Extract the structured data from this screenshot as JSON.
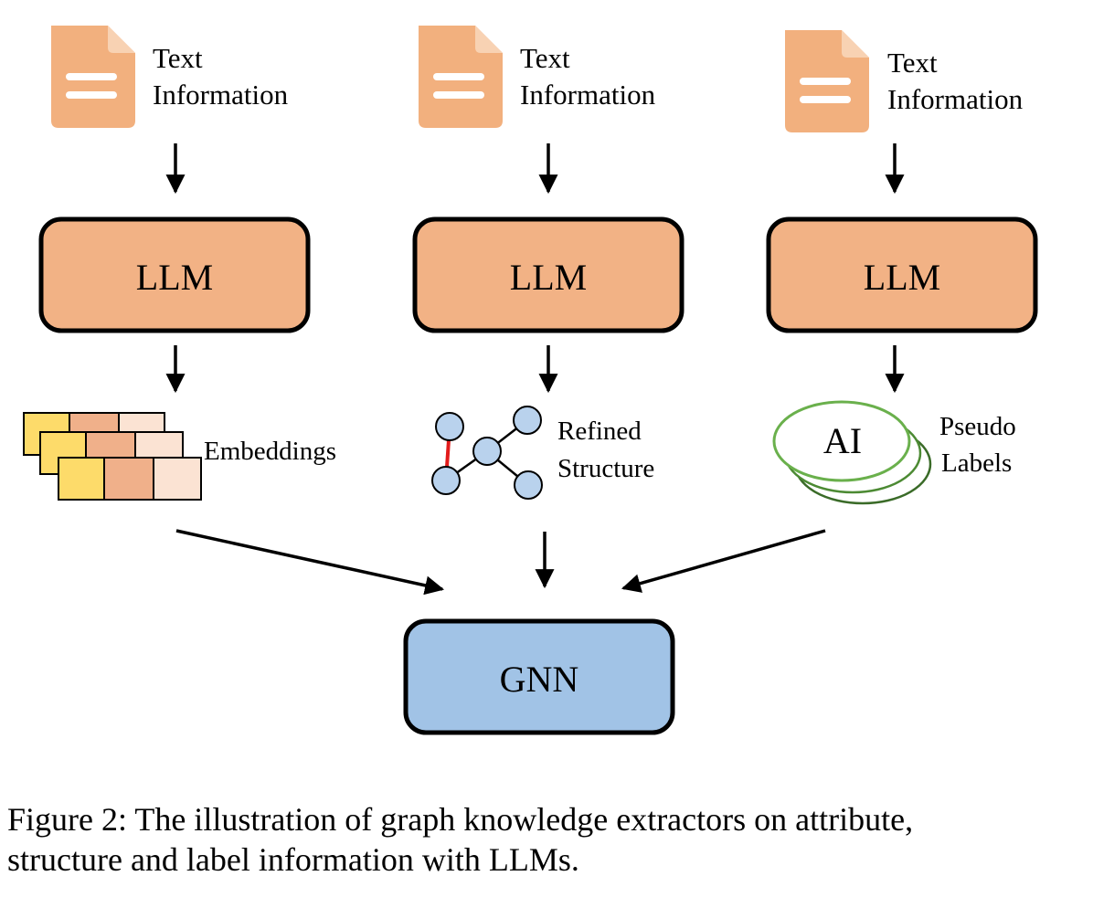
{
  "columns": [
    {
      "id": "attribute",
      "text_info_line1": "Text",
      "text_info_line2": "Information",
      "llm_label": "LLM",
      "output_line1": "Embeddings",
      "output_line2": ""
    },
    {
      "id": "structure",
      "text_info_line1": "Text",
      "text_info_line2": "Information",
      "llm_label": "LLM",
      "output_line1": "Refined",
      "output_line2": "Structure"
    },
    {
      "id": "label",
      "text_info_line1": "Text",
      "text_info_line2": "Information",
      "llm_label": "LLM",
      "output_line1": "Pseudo",
      "output_line2": "Labels",
      "pseudo_label_text": "AI"
    }
  ],
  "gnn": {
    "label": "GNN"
  },
  "caption": {
    "line1": "Figure 2: The illustration of graph knowledge extractors on attribute,",
    "line2": "structure and label information with LLMs."
  },
  "colors": {
    "document_icon": "#f2b07e",
    "llm_box": "#f2b285",
    "gnn_box": "#a1c3e6",
    "graph_node": "#b9d2ed",
    "refined_edge": "#e21b1b",
    "emb_yellow": "#fddb6a",
    "emb_orange": "#f0b08a",
    "emb_light": "#fbe3d3",
    "pseudo_label_stroke": "#6ab04c",
    "pseudo_label_stroke_dark": "#3a6b28"
  }
}
